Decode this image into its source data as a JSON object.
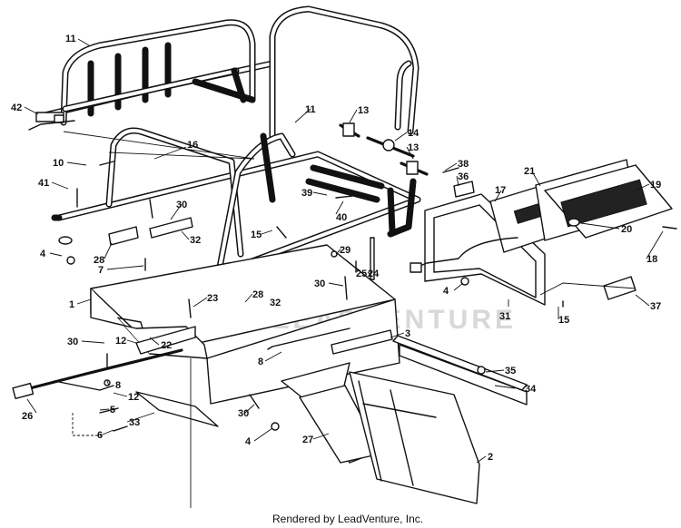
{
  "labels": {
    "l11a": "11",
    "l42": "42",
    "l11b": "11",
    "l16": "16",
    "l10": "10",
    "l41": "41",
    "l13a": "13",
    "l14": "14",
    "l13b": "13",
    "l38": "38",
    "l36": "36",
    "l39": "39",
    "l40": "40",
    "l21": "21",
    "l17": "17",
    "l19": "19",
    "l20": "20",
    "l18": "18",
    "l30a": "30",
    "l28a": "28",
    "l32a": "32",
    "l4a": "4",
    "l7": "7",
    "l15a": "15",
    "l29": "29",
    "l25": "25",
    "l24": "24",
    "l30b": "30",
    "l1": "1",
    "l23": "23",
    "l28b": "28",
    "l32b": "32",
    "l4b": "4",
    "l31": "31",
    "l15b": "15",
    "l37": "37",
    "l30c": "30",
    "l12a": "12",
    "l22": "22",
    "l3": "3",
    "l8a": "8",
    "l8b": "8",
    "l12b": "12",
    "l35": "35",
    "l34": "34",
    "l26": "26",
    "l5": "5",
    "l33": "33",
    "l6": "6",
    "l30d": "30",
    "l4c": "4",
    "l27": "27",
    "l2": "2"
  },
  "watermark": "LEADVENTURE",
  "footer": "Rendered by LeadVenture, Inc."
}
